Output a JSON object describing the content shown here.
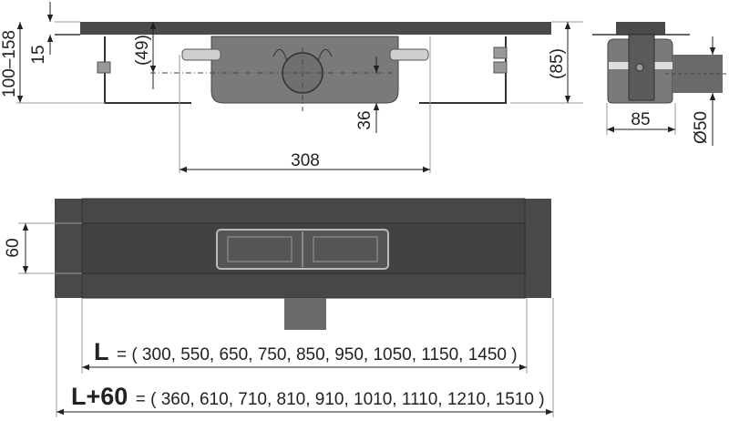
{
  "title": "Linear shower drain dimensional drawing",
  "dimensions": {
    "height_range": "100–158",
    "plate_thickness": "15",
    "outlet_height": "(49)",
    "body_depth": "(85)",
    "outlet_offset": "36",
    "body_width": "308",
    "side_width": "85",
    "pipe_diameter": "Ø50",
    "channel_width": "60"
  },
  "lengths": {
    "L_label": "L",
    "L_values": "= ( 300, 550, 650, 750, 850, 950, 1050, 1150, 1450 )",
    "L60_label": "L+60",
    "L60_values": "= ( 360, 610, 710, 810, 910, 1010, 1110, 1210, 1510 )"
  },
  "colors": {
    "dark": "#4a4a4a",
    "body": "#7a7a7a",
    "line": "#333333"
  }
}
